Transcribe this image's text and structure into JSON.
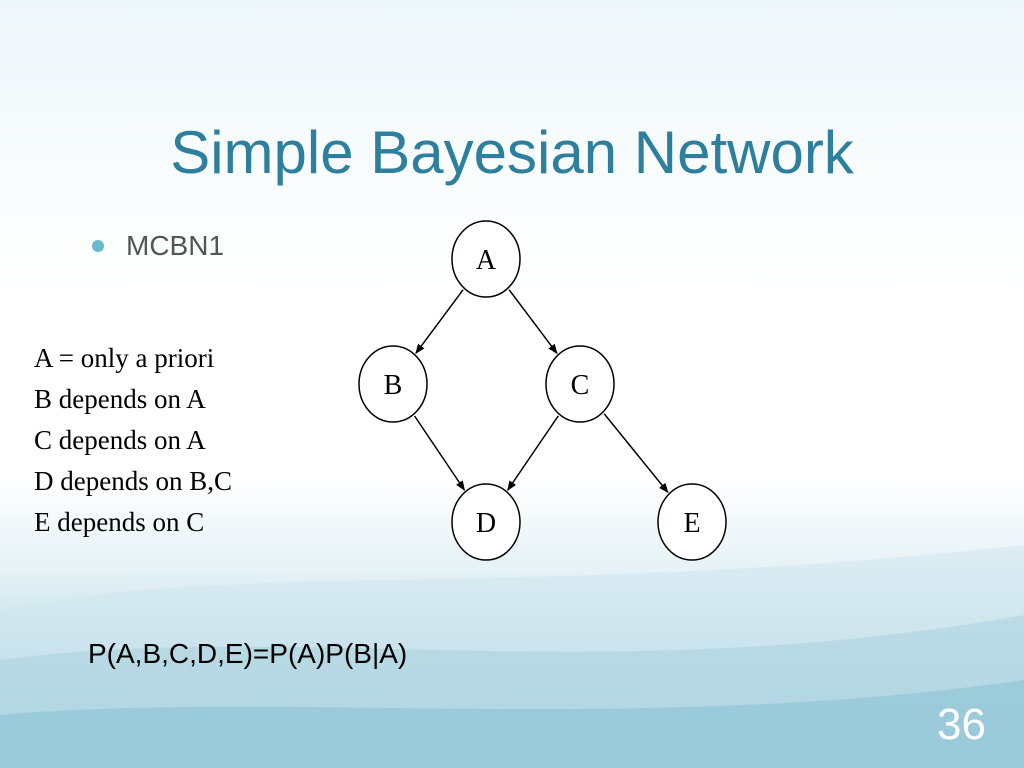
{
  "slide": {
    "title": "Simple Bayesian Network",
    "bullet": "MCBN1",
    "descriptions": [
      "A = only a priori",
      "B depends on A",
      "C depends on A",
      "D depends on B,C",
      "E depends on C"
    ],
    "formula": "P(A,B,C,D,E)=P(A)P(B|A)",
    "slide_number": "36",
    "colors": {
      "title": "#2e7e9d",
      "bullet": "#6ab9d1",
      "footer_wave": "#8fc4d5"
    }
  },
  "diagram": {
    "nodes": [
      {
        "id": "A",
        "label": "A"
      },
      {
        "id": "B",
        "label": "B"
      },
      {
        "id": "C",
        "label": "C"
      },
      {
        "id": "D",
        "label": "D"
      },
      {
        "id": "E",
        "label": "E"
      }
    ],
    "edges": [
      {
        "from": "A",
        "to": "B"
      },
      {
        "from": "A",
        "to": "C"
      },
      {
        "from": "B",
        "to": "D"
      },
      {
        "from": "C",
        "to": "D"
      },
      {
        "from": "C",
        "to": "E"
      }
    ]
  }
}
